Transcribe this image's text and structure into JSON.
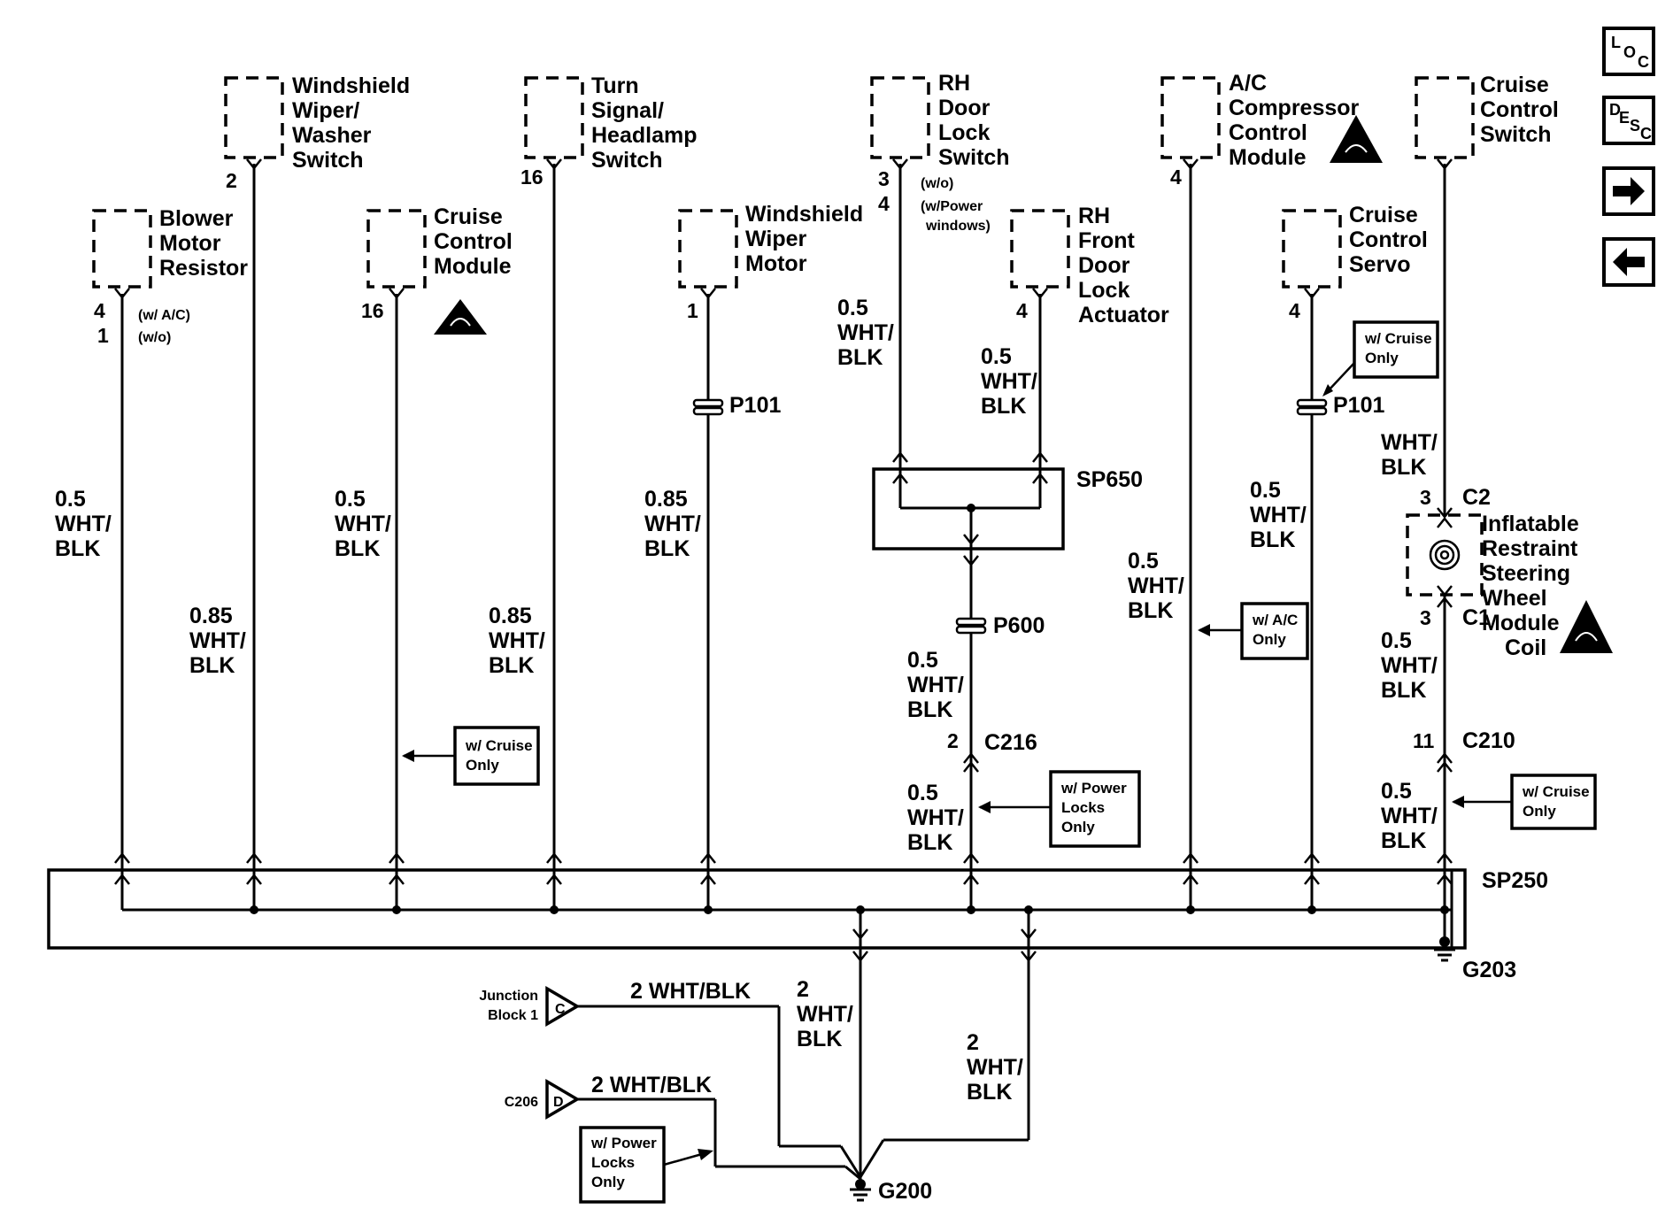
{
  "components": {
    "blower_motor_resistor": [
      "Blower",
      "Motor",
      "Resistor"
    ],
    "windshield_wiper_washer_switch": [
      "Windshield",
      "Wiper/",
      "Washer",
      "Switch"
    ],
    "cruise_control_module": [
      "Cruise",
      "Control",
      "Module"
    ],
    "turn_signal_headlamp_switch": [
      "Turn",
      "Signal/",
      "Headlamp",
      "Switch"
    ],
    "windshield_wiper_motor": [
      "Windshield",
      "Wiper",
      "Motor"
    ],
    "rh_door_lock_switch": [
      "RH",
      "Door",
      "Lock",
      "Switch"
    ],
    "rh_front_door_lock_actuator": [
      "RH",
      "Front",
      "Door",
      "Lock",
      "Actuator"
    ],
    "ac_compressor_control_module": [
      "A/C",
      "Compressor",
      "Control",
      "Module"
    ],
    "cruise_control_servo": [
      "Cruise",
      "Control",
      "Servo"
    ],
    "cruise_control_switch": [
      "Cruise",
      "Control",
      "Switch"
    ],
    "inflatable_restraint_coil": [
      "Inflatable",
      "Restraint",
      "Steering",
      "Wheel",
      "Module",
      "Coil"
    ]
  },
  "pins": {
    "blower_a": "4",
    "blower_b": "1",
    "blower_a_note": "(w/ A/C)",
    "blower_b_note": "(w/o)",
    "wiper_washer": "2",
    "cruise_module": "16",
    "turn_signal": "16",
    "wiper_motor": "1",
    "door_switch_a": "3",
    "door_switch_b": "4",
    "door_switch_a_note": "(w/o)",
    "door_switch_b_note": [
      "(w/Power",
      "windows)"
    ],
    "door_actuator": "4",
    "ac_module": "4",
    "cruise_servo": "4",
    "coil_top": "3",
    "coil_bottom": "3",
    "c216_pin": "2",
    "c210_pin": "11"
  },
  "wire_labels": {
    "w1": [
      "0.5",
      "WHT/",
      "BLK"
    ],
    "w2": [
      "0.85",
      "WHT/",
      "BLK"
    ],
    "w3": [
      "0.5",
      "WHT/",
      "BLK"
    ],
    "w4": [
      "0.85",
      "WHT/",
      "BLK"
    ],
    "w5": [
      "0.85",
      "WHT/",
      "BLK"
    ],
    "w6": [
      "0.5",
      "WHT/",
      "BLK"
    ],
    "w7": [
      "0.5",
      "WHT/",
      "BLK"
    ],
    "w8": [
      "0.5",
      "WHT/",
      "BLK"
    ],
    "w9": [
      "0.5",
      "WHT/",
      "BLK"
    ],
    "w10": [
      "0.5",
      "WHT/",
      "BLK"
    ],
    "w11": [
      "0.5",
      "WHT/",
      "BLK"
    ],
    "w12": [
      "WHT/",
      "BLK"
    ],
    "w13": [
      "0.5",
      "WHT/",
      "BLK"
    ],
    "w14": [
      "0.5",
      "WHT/",
      "BLK"
    ],
    "g1": [
      "2",
      "WHT/",
      "BLK"
    ],
    "g2": [
      "2",
      "WHT/",
      "BLK"
    ],
    "g3": "2 WHT/BLK",
    "g4": "2 WHT/BLK"
  },
  "connectors": {
    "p101_a": "P101",
    "p101_b": "P101",
    "sp650": "SP650",
    "p600": "P600",
    "c216": "C216",
    "c2": "C2",
    "c1": "C1",
    "c210": "C210",
    "sp250": "SP250",
    "g203": "G203",
    "g200": "G200",
    "junction_block": [
      "Junction",
      "Block 1"
    ],
    "junction_letter": "C",
    "c206": "C206",
    "c206_letter": "D"
  },
  "notes": {
    "cruise_only_1": [
      "w/ Cruise",
      "Only"
    ],
    "cruise_only_2": [
      "w/ Cruise",
      "Only"
    ],
    "cruise_only_3": [
      "w/ Cruise",
      "Only"
    ],
    "ac_only": [
      "w/ A/C",
      "Only"
    ],
    "power_locks_1": [
      "w/ Power",
      "Locks",
      "Only"
    ],
    "power_locks_2": [
      "w/ Power",
      "Locks",
      "Only"
    ]
  },
  "nav": {
    "loc_letters": [
      "L",
      "O",
      "C"
    ],
    "desc_letters": [
      "D",
      "E",
      "S",
      "C"
    ],
    "next_icon": "arrow-right-icon",
    "prev_icon": "arrow-left-icon"
  }
}
